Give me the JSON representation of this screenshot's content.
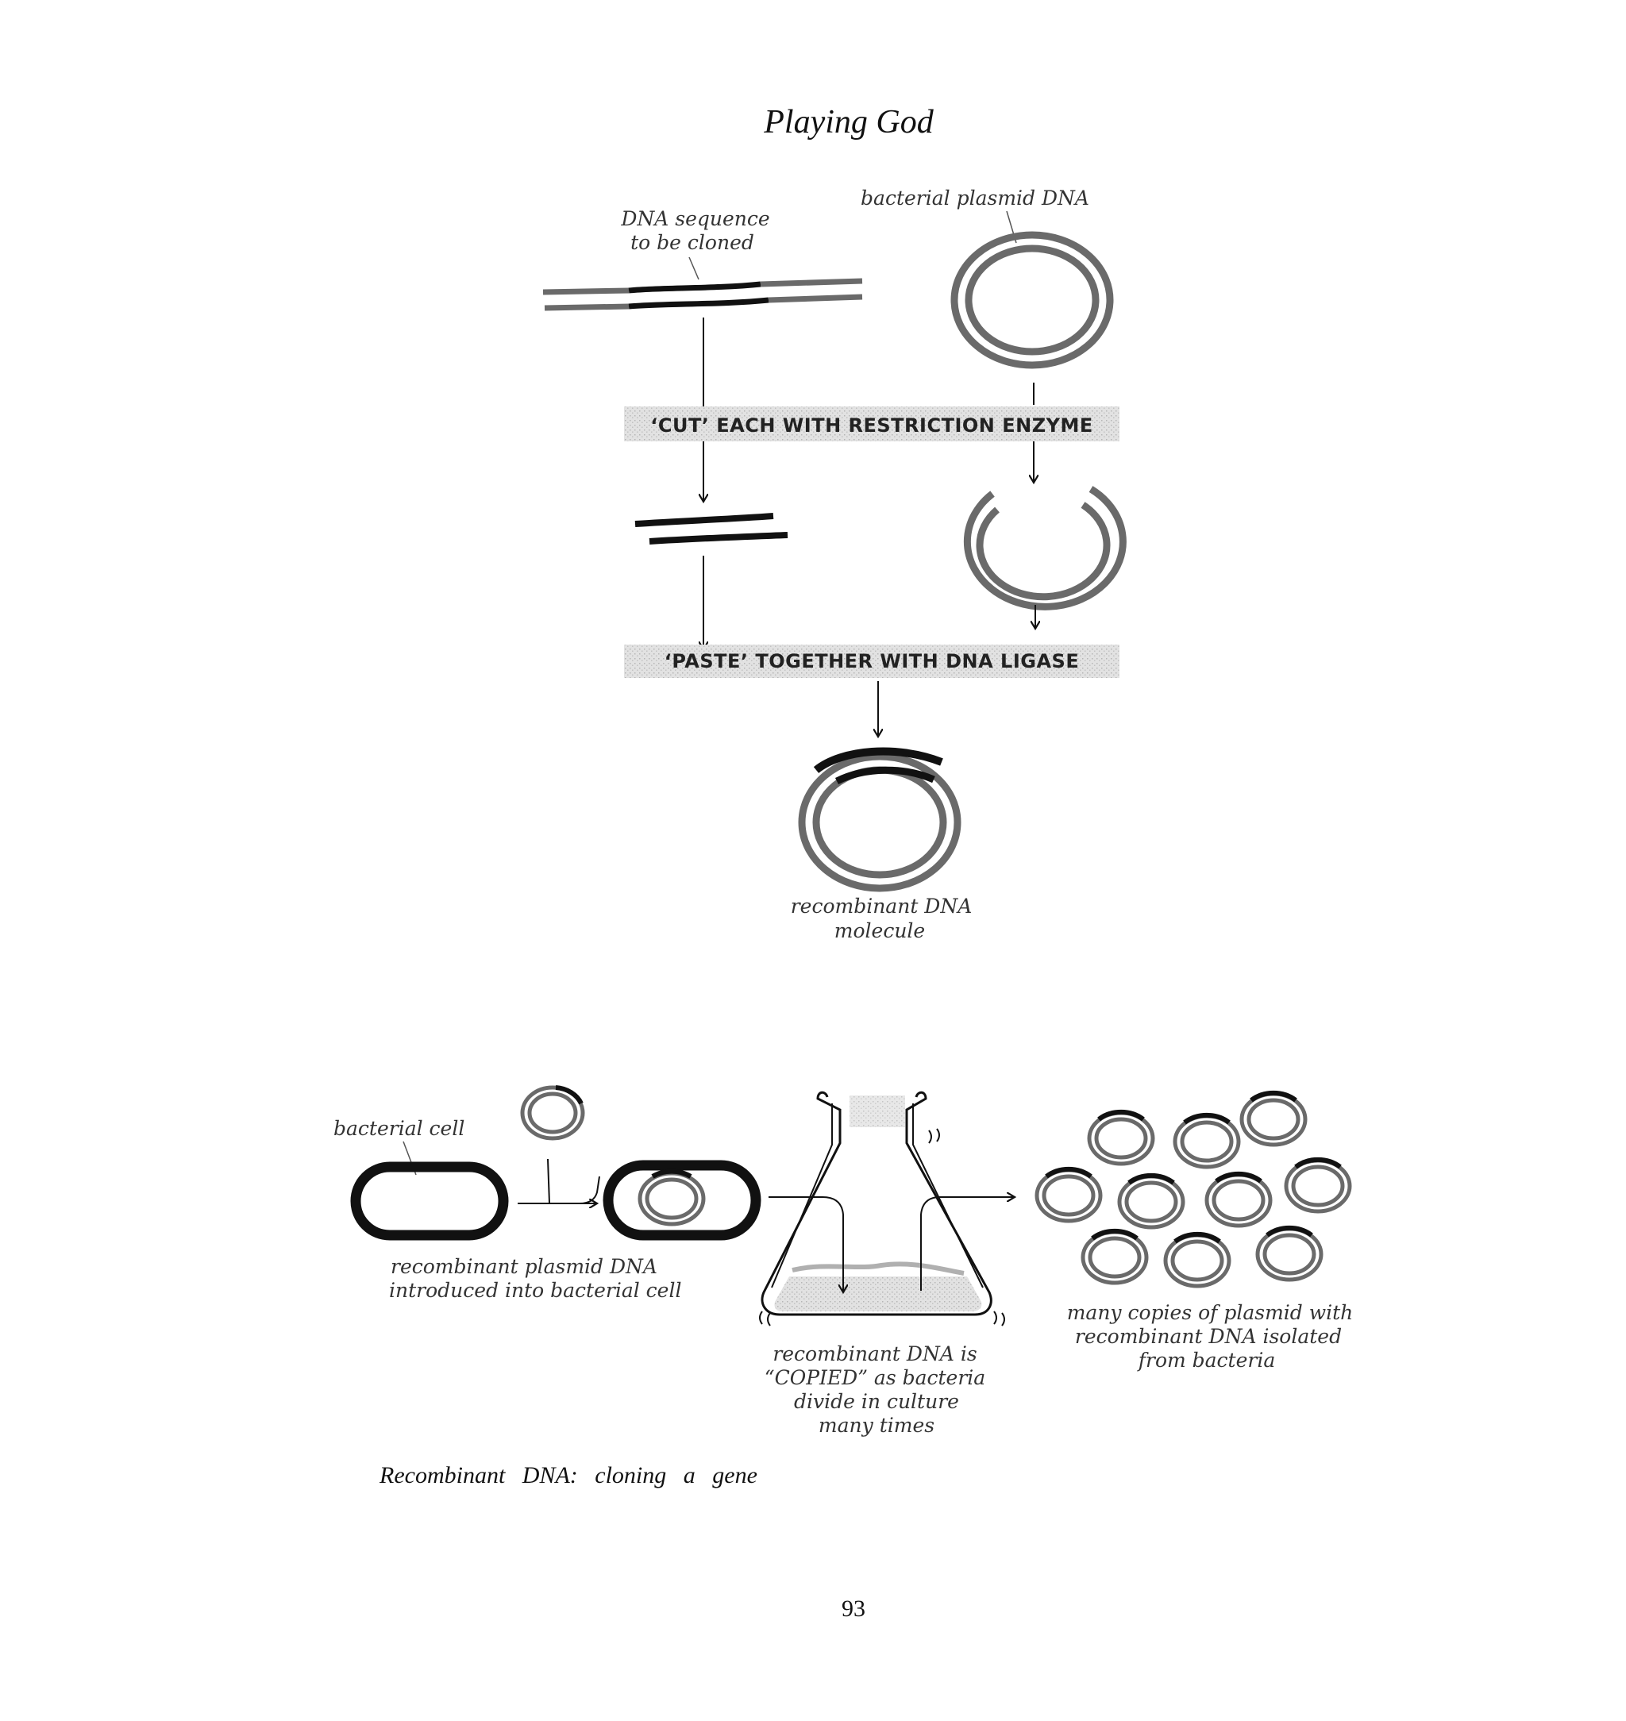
{
  "running_head": "Playing God",
  "diagram": {
    "labels": {
      "dna_sequence_line1": "DNA sequence",
      "dna_sequence_line2": "to be cloned",
      "plasmid": "bacterial plasmid DNA",
      "step_cut": "‘CUT’ EACH WITH RESTRICTION ENZYME",
      "step_paste": "‘PASTE’ TOGETHER WITH DNA LIGASE",
      "recombinant_line1": "recombinant DNA",
      "recombinant_line2": "molecule",
      "bacterial_cell": "bacterial cell",
      "introduced_line1": "recombinant plasmid DNA",
      "introduced_line2": "introduced into bacterial cell",
      "copied_line1": "recombinant DNA is",
      "copied_line2": "“COPIED” as bacteria",
      "copied_line3": "divide in culture",
      "copied_line4": "many times",
      "copies_line1": "many copies of plasmid with",
      "copies_line2": "recombinant DNA isolated",
      "copies_line3": "from bacteria"
    }
  },
  "caption": "Recombinant DNA: cloning a gene",
  "page_number": "93",
  "colors": {
    "ink": "#111111",
    "grey_dna": "#6a6a6a",
    "shading": "#d9d9d9",
    "culture": "#cfcfcf"
  }
}
